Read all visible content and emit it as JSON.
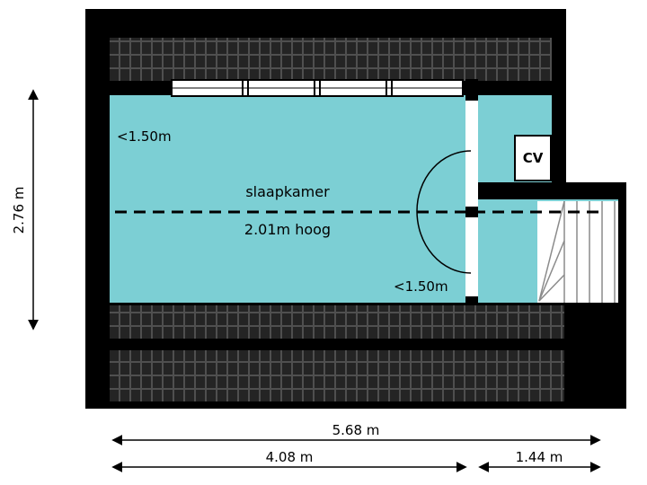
{
  "floorplan": {
    "room_labels": {
      "bedroom": "slaapkamer",
      "bedroom_height": "2.01m hoog",
      "cv": "CV",
      "clearance_top_left": "<1.50m",
      "clearance_bottom_right": "<1.50m"
    },
    "dimensions": {
      "left_height": "2.76 m",
      "bottom_total_width": "5.68 m",
      "bottom_left_width": "4.08 m",
      "bottom_right_width": "1.44 m"
    },
    "colors": {
      "room_fill": "#7CCFD4",
      "roof_dark": "#242424",
      "roof_tile": "#4f4f4f",
      "wall": "#000000"
    }
  }
}
